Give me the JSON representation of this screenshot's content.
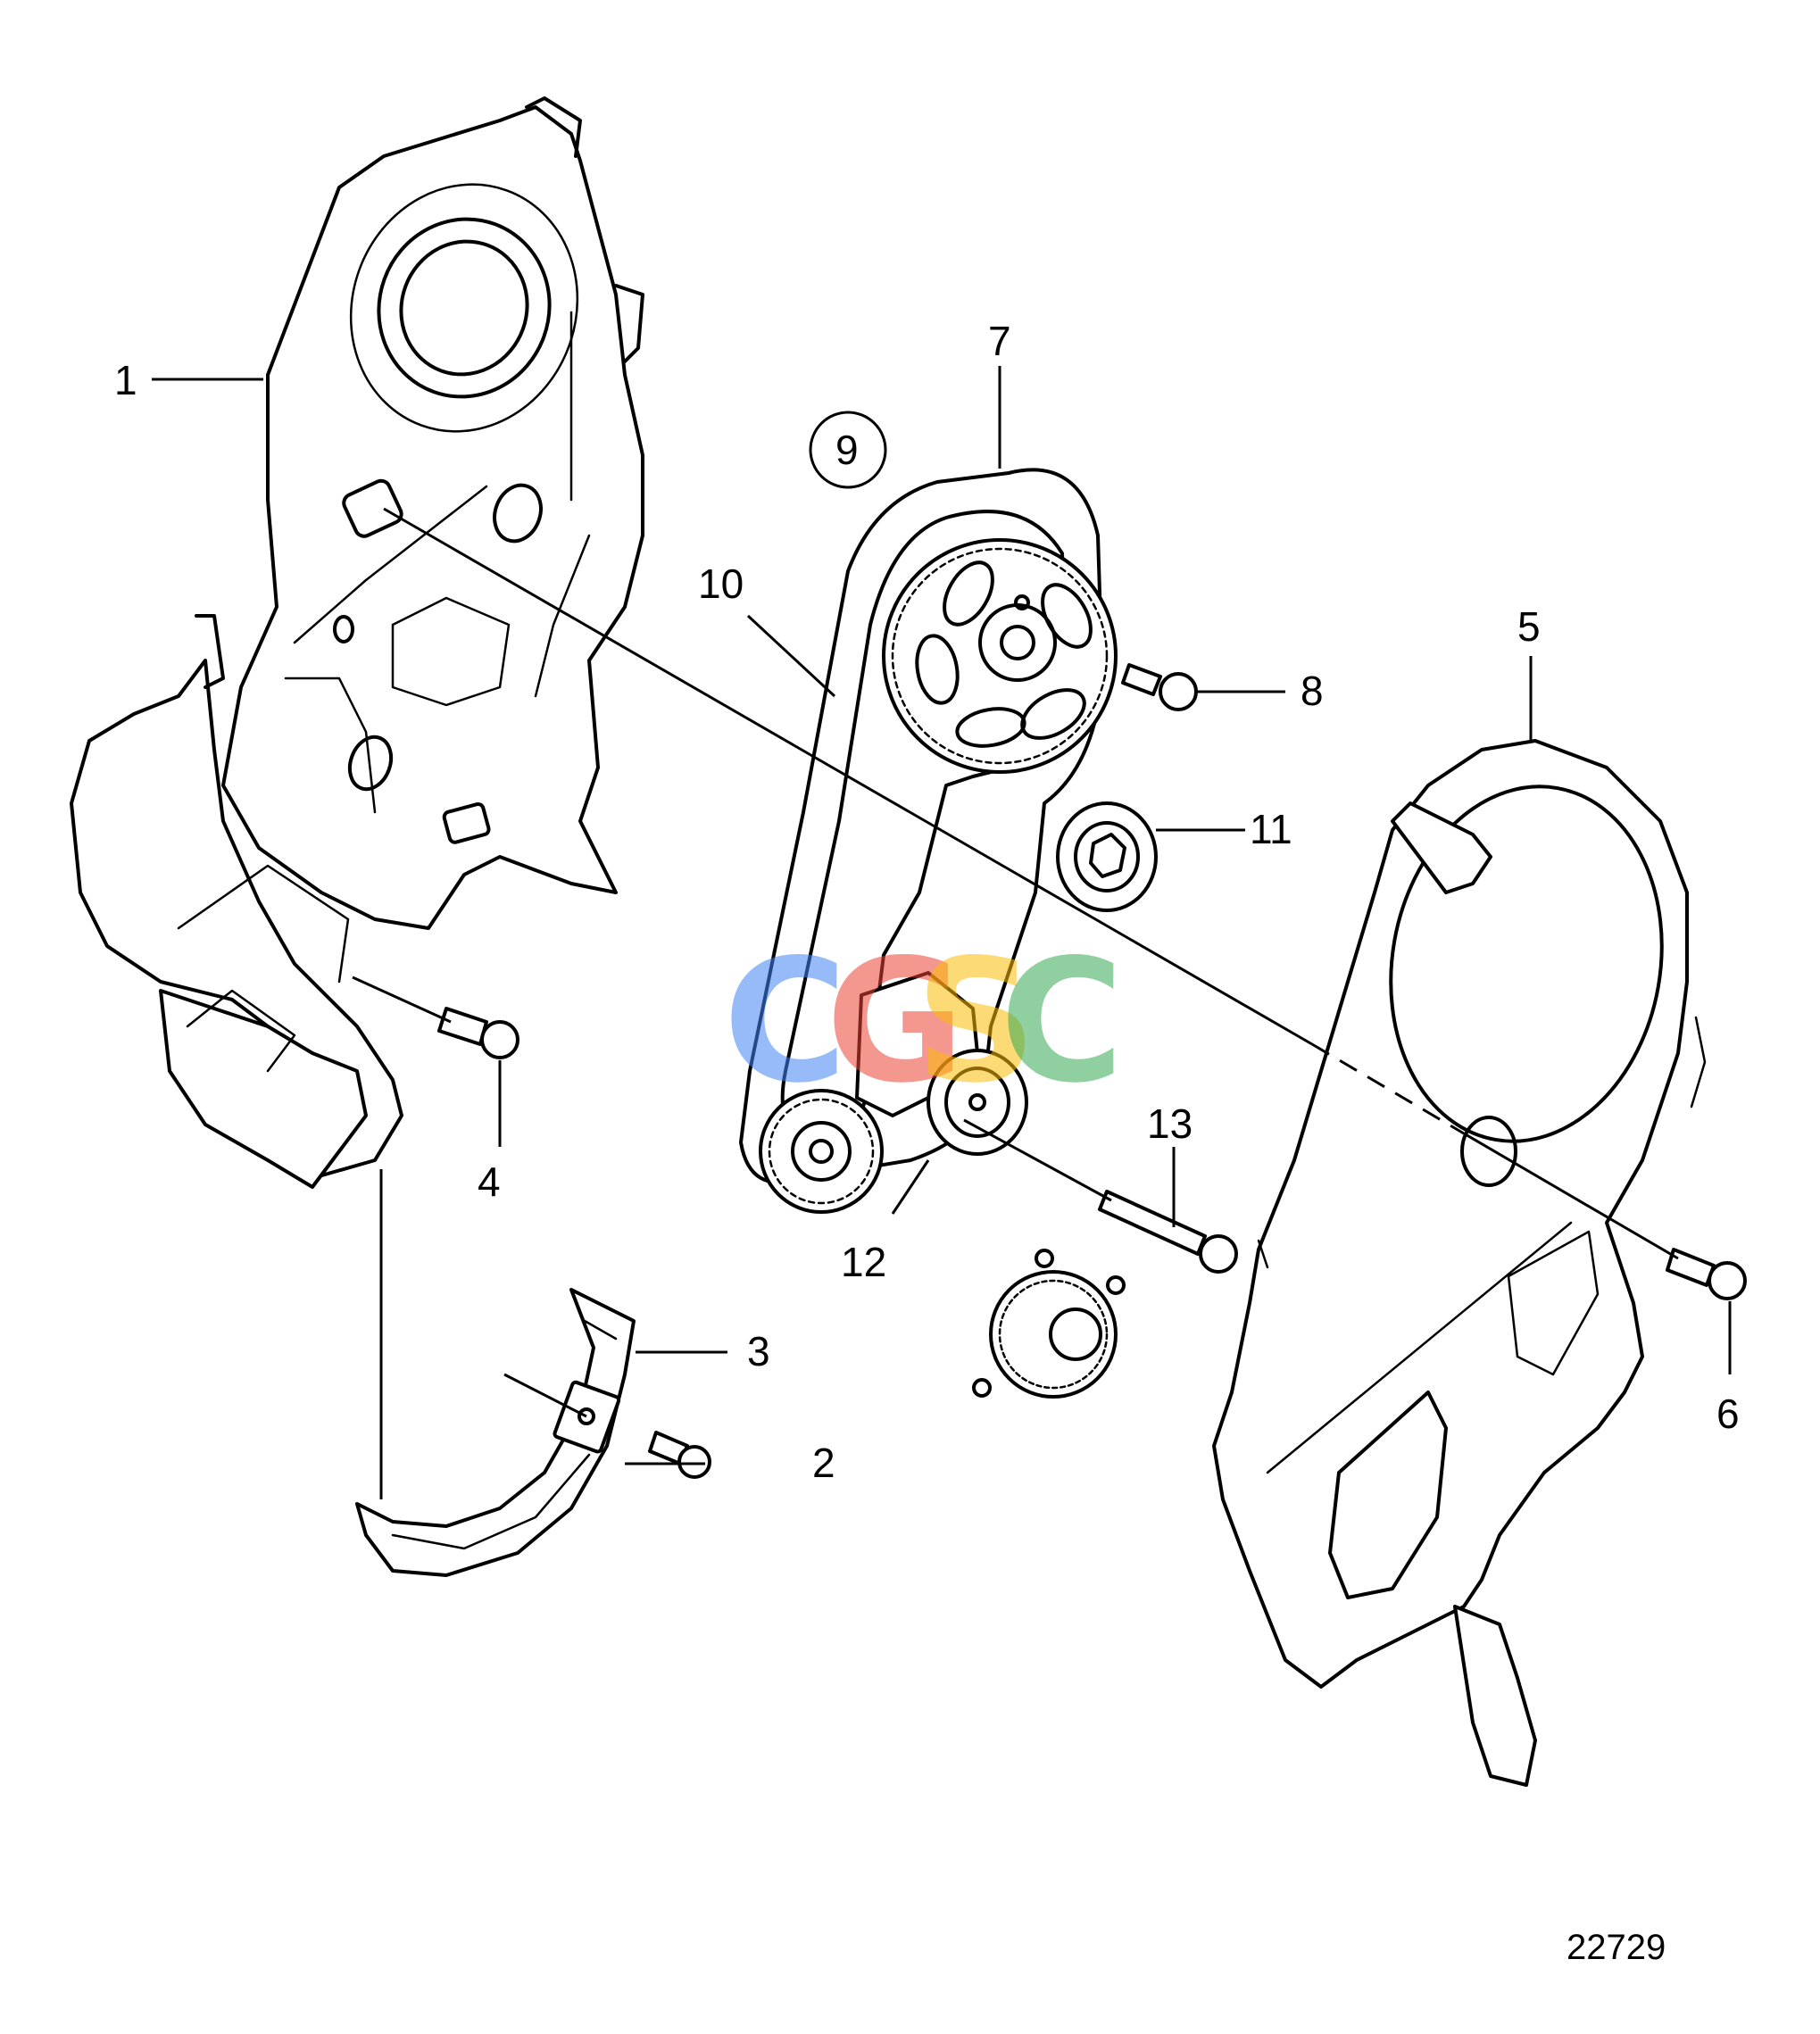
{
  "callouts": {
    "c1": "1",
    "c2": "2",
    "c3": "3",
    "c4": "4",
    "c5": "5",
    "c6": "6",
    "c7": "7",
    "c8": "8",
    "c9": "9",
    "c10": "10",
    "c11": "11",
    "c12": "12",
    "c13": "13"
  },
  "watermark": {
    "letters": [
      "C",
      "G",
      "S",
      "C"
    ],
    "colors": [
      "#4285F4",
      "#EA4335",
      "#FBBC05",
      "#34A853"
    ]
  },
  "reference_number": "22729"
}
